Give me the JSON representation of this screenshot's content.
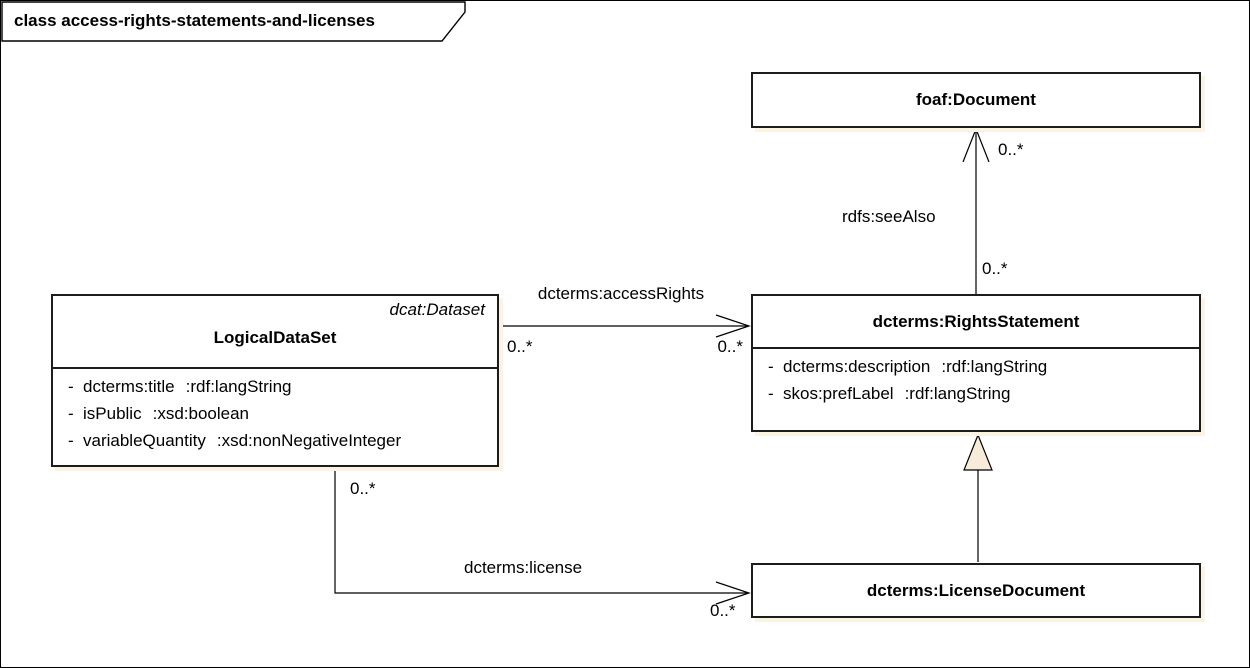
{
  "frame": {
    "label": "class access-rights-statements-and-licenses"
  },
  "colors": {
    "line": "#000000",
    "box_fill": "#ffffff",
    "box_border": "#1c1c1c",
    "shadow": "#fbf4e2",
    "generalization_triangle_fill": "#f7ecd9"
  },
  "classes": {
    "foaf_document": {
      "name": "foaf:Document"
    },
    "rights_statement": {
      "name": "dcterms:RightsStatement",
      "attributes": [
        {
          "vis": "-",
          "name": "dcterms:description",
          "type": ":rdf:langString"
        },
        {
          "vis": "-",
          "name": "skos:prefLabel",
          "type": ":rdf:langString"
        }
      ]
    },
    "logical_dataset": {
      "stereotype": "dcat:Dataset",
      "name": "LogicalDataSet",
      "attributes": [
        {
          "vis": "-",
          "name": "dcterms:title",
          "type": ":rdf:langString"
        },
        {
          "vis": "-",
          "name": "isPublic",
          "type": ":xsd:boolean"
        },
        {
          "vis": "-",
          "name": "variableQuantity",
          "type": ":xsd:nonNegativeInteger"
        }
      ]
    },
    "license_document": {
      "name": "dcterms:LicenseDocument"
    }
  },
  "connectors": {
    "access_rights": {
      "label": "dcterms:accessRights",
      "source_mult": "0..*",
      "target_mult": "0..*"
    },
    "see_also": {
      "label": "rdfs:seeAlso",
      "source_mult": "0..*",
      "target_mult": "0..*"
    },
    "license": {
      "label": "dcterms:license",
      "source_mult": "0..*",
      "target_mult": "0..*"
    }
  }
}
